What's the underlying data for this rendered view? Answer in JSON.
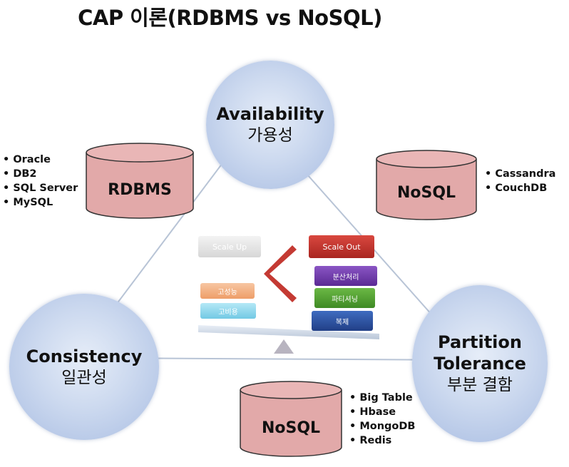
{
  "title": "CAP 이론(RDBMS vs NoSQL)",
  "circles": {
    "availability": {
      "en": "Availability",
      "ko": "가용성"
    },
    "consistency": {
      "en": "Consistency",
      "ko": "일관성"
    },
    "partition": {
      "en1": "Partition",
      "en2": "Tolerance",
      "ko": "부분 결함"
    }
  },
  "cylinders": {
    "rdbms": {
      "label": "RDBMS",
      "items": [
        "Oracle",
        "DB2",
        "SQL Server",
        "MySQL"
      ]
    },
    "nosql_ap": {
      "label": "NoSQL",
      "items": [
        "Cassandra",
        "CouchDB"
      ]
    },
    "nosql_cp": {
      "label": "NoSQL",
      "items": [
        "Big Table",
        "Hbase",
        "MongoDB",
        "Redis"
      ]
    }
  },
  "scale": {
    "up": "Scale Up",
    "out": "Scale Out",
    "up_items": [
      "고성능",
      "고비용"
    ],
    "out_items": [
      "분산처리",
      "파티셔닝",
      "복제"
    ]
  },
  "colors": {
    "cylinder_fill": "#e2a9a9",
    "circle_fill": "#b9cbe8",
    "scale_out": "#c0332b",
    "purple": "#6b35a8",
    "green": "#4f9a30",
    "blue": "#2a4f9e",
    "orange": "#f2b48a",
    "cyan": "#8fd8ee"
  }
}
